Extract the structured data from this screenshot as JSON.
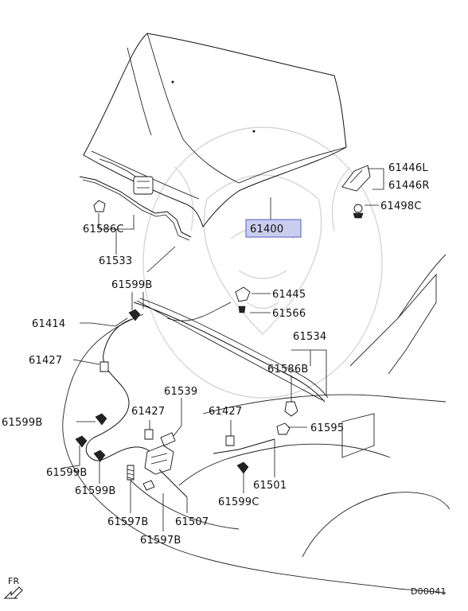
{
  "diagram": {
    "part_labels": {
      "p61446L": "61446L",
      "p61446R": "61446R",
      "p61498C": "61498C",
      "p61400": "61400",
      "p61586C": "61586C",
      "p61533": "61533",
      "p61599B_top": "61599B",
      "p61445": "61445",
      "p61566": "61566",
      "p61414": "61414",
      "p61534": "61534",
      "p61427_left": "61427",
      "p61586B": "61586B",
      "p61539": "61539",
      "p61427_mid": "61427",
      "p61427_right": "61427",
      "p61599B_left1": "61599B",
      "p61595": "61595",
      "p61599B_left2": "61599B",
      "p61501": "61501",
      "p61599B_left3": "61599B",
      "p61599C": "61599C",
      "p61597B_a": "61597B",
      "p61507": "61507",
      "p61597B_b": "61597B"
    },
    "highlighted_part": "61400",
    "highlight_color": "#c9cdf0",
    "front_indicator": "FR",
    "diagram_code": "D00041",
    "icons": [
      "front-arrow-icon",
      "manufacturer-watermark"
    ]
  }
}
